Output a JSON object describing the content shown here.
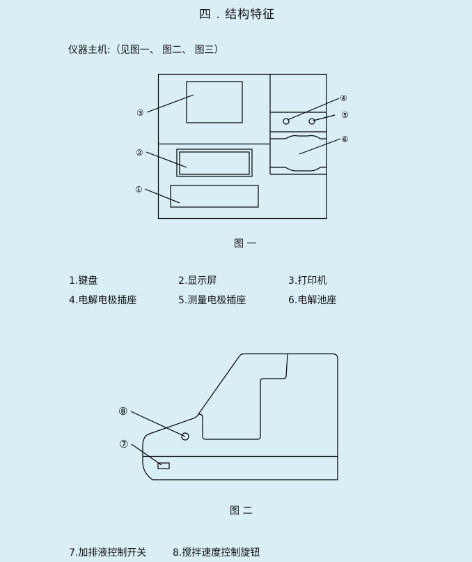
{
  "title": "四 . 结构特征",
  "intro": "仪器主机:（见图一、 图二、 图三）",
  "figure1": {
    "caption": "图 一",
    "callouts": [
      "①",
      "②",
      "③",
      "④",
      "⑤",
      "⑥"
    ]
  },
  "legend1": [
    "1.键盘",
    "2.显示屏",
    "3.打印机",
    "4.电解电极插座",
    "5.测量电极插座",
    "6.电解池座"
  ],
  "figure2": {
    "caption": "图 二",
    "callouts": [
      "⑦",
      "⑧"
    ]
  },
  "legend2": [
    "7.加排液控制开关",
    "8.搅拌速度控制旋钮"
  ]
}
